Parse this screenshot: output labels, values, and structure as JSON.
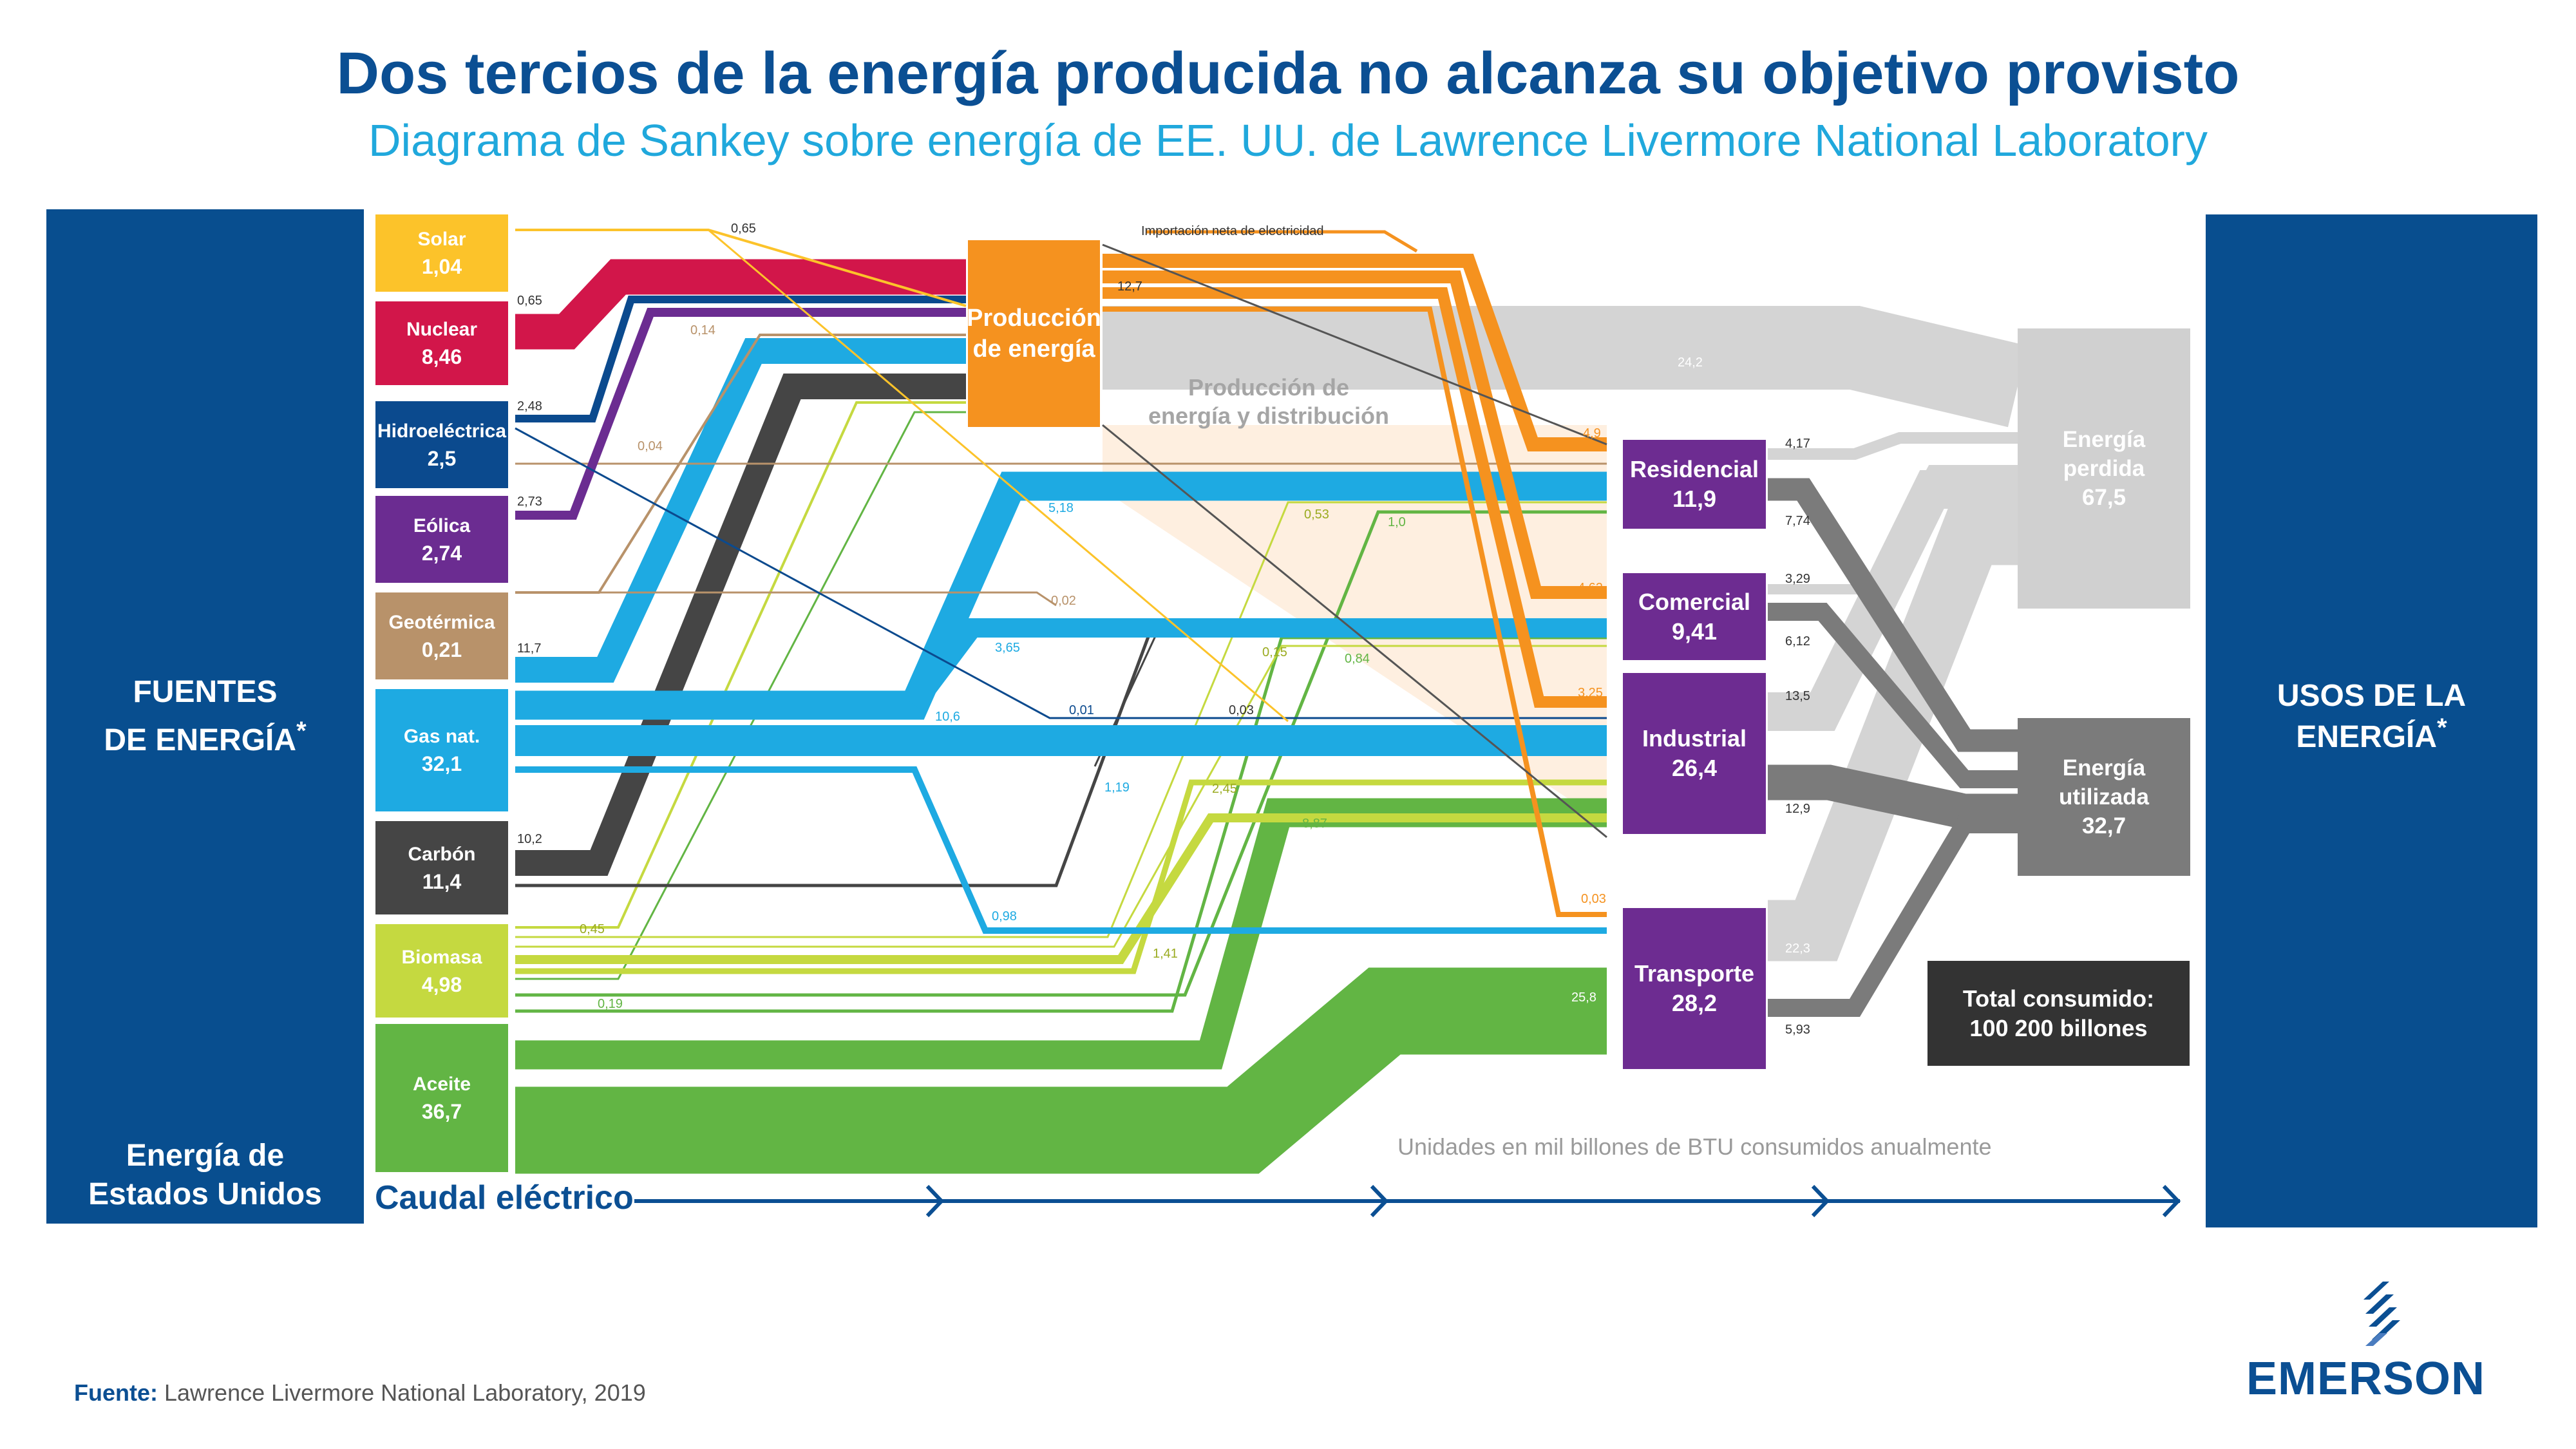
{
  "header": {
    "title": "Dos tercios de la energía producida no alcanza su objetivo provisto",
    "subtitle": "Diagrama de Sankey sobre energía de EE. UU. de Lawrence Livermore National Laboratory"
  },
  "left_panel": {
    "title_line1": "FUENTES",
    "title_line2": "DE ENERGÍA",
    "asterisk": "*",
    "bottom_line1": "Energía de",
    "bottom_line2": "Estados Unidos"
  },
  "right_panel": {
    "title": "USOS DE LA ENERGÍA",
    "asterisk": "*"
  },
  "sources": [
    {
      "name": "Solar",
      "value": "1,04",
      "color": "#fcc32a"
    },
    {
      "name": "Nuclear",
      "value": "8,46",
      "color": "#d2164a"
    },
    {
      "name": "Hidroeléctrica",
      "value": "2,5",
      "color": "#0b4a8e"
    },
    {
      "name": "Eólica",
      "value": "2,74",
      "color": "#6b2c91"
    },
    {
      "name": "Geotérmica",
      "value": "0,21",
      "color": "#b8926a"
    },
    {
      "name": "Gas nat.",
      "value": "32,1",
      "color": "#1eaae2"
    },
    {
      "name": "Carbón",
      "value": "11,4",
      "color": "#454545"
    },
    {
      "name": "Biomasa",
      "value": "4,98",
      "color": "#c5d940"
    },
    {
      "name": "Aceite",
      "value": "36,7",
      "color": "#62b544"
    }
  ],
  "production": {
    "line1": "Producción",
    "line2": "de energía",
    "color": "#f5921f"
  },
  "distribution_label": {
    "line1": "Producción de",
    "line2": "energía y distribución"
  },
  "import_label": "Importación neta de electricidad",
  "sectors": [
    {
      "name": "Residencial",
      "value": "11,9"
    },
    {
      "name": "Comercial",
      "value": "9,41"
    },
    {
      "name": "Industrial",
      "value": "26,4"
    },
    {
      "name": "Transporte",
      "value": "28,2"
    }
  ],
  "outputs": {
    "lost": {
      "line1": "Energía",
      "line2": "perdida",
      "value": "67,5",
      "color": "#d0d0d0"
    },
    "used": {
      "line1": "Energía",
      "line2": "utilizada",
      "value": "32,7",
      "color": "#7b7b7b"
    }
  },
  "total": {
    "line1": "Total consumido:",
    "line2": "100 200 billones"
  },
  "flow_values": {
    "solar_top": "0,65",
    "nuclear_elec": "0,65",
    "hydro_elec": "2,48",
    "wind_elec": "2,73",
    "gas_elec": "11,7",
    "coal_elec": "10,2",
    "elec_out": "12,7",
    "geo_top": "0,14",
    "geo_small": "0,04",
    "geo_res": "0,02",
    "solar_res": "5,18",
    "gas_res": "3,65",
    "gas_ind": "10,6",
    "hydro_ind": "0,01",
    "coal_ind": "0,03",
    "coal_com": "1,19",
    "gas_trans": "0,98",
    "bio_res": "0,53",
    "oil_res": "1,0",
    "bio_com": "0,15",
    "oil_com": "0,84",
    "bio_ind": "2,45",
    "oil_ind": "8,87",
    "bio_trans": "1,41",
    "oil_trans": "25,8",
    "bio_elec": "0,45",
    "oil_elec": "0,19",
    "elec_lost": "24,2",
    "elec_res": "4,9",
    "elec_com": "4,62",
    "elec_ind": "3,25",
    "elec_trans": "0,03",
    "res_lost": "4,17",
    "res_used": "7,74",
    "com_lost": "3,29",
    "com_used": "6,12",
    "ind_lost": "13,5",
    "ind_used": "12,9",
    "trans_lost": "22,3",
    "trans_used": "5,93"
  },
  "units_label": "Unidades en mil billones de BTU consumidos anualmente",
  "flow_label": "Caudal eléctrico",
  "footer": {
    "source_label": "Fuente:",
    "source_text": "Lawrence Livermore National Laboratory, 2019"
  },
  "logo": {
    "text": "EMERSON",
    "color": "#0b4f93"
  }
}
